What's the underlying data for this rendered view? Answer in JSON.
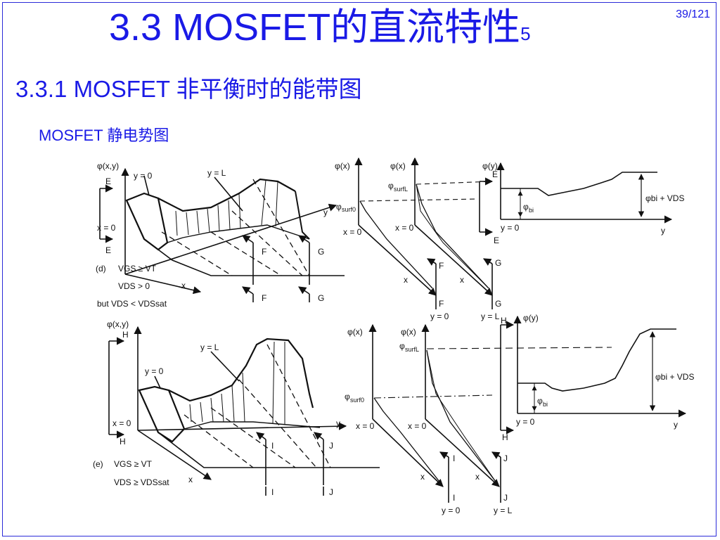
{
  "header": {
    "title": "3.3  MOSFET的直流特性",
    "title_suffix": "5",
    "page": "39/121",
    "subtitle": "3.3.1  MOSFET 非平衡时的能带图",
    "caption": "MOSFET 静电势图"
  },
  "colors": {
    "accent": "#1a1ae6",
    "ink": "#111111"
  },
  "labels": {
    "phi_xy": "φ(x,y)",
    "phi_x": "φ(x)",
    "phi_y": "φ(y)",
    "y0": "y = 0",
    "yL": "y = L",
    "x0": "x = 0",
    "x": "x",
    "y": "y",
    "surfL": "surfL",
    "surf0": "surf0",
    "phi_symbol": "φ",
    "bi": "bi",
    "bi_plus_vds": "φbi + VDS",
    "E": "E",
    "F": "F",
    "G": "G",
    "H": "H",
    "I": "I",
    "J": "J"
  },
  "conditions_d": {
    "tag": "(d)",
    "line1": "VGS ≥ VT",
    "line2": "VDS > 0",
    "line3": "but VDS < VDSsat"
  },
  "conditions_e": {
    "tag": "(e)",
    "line1": "VGS ≥ VT",
    "line2": "VDS ≥ VDSsat"
  }
}
